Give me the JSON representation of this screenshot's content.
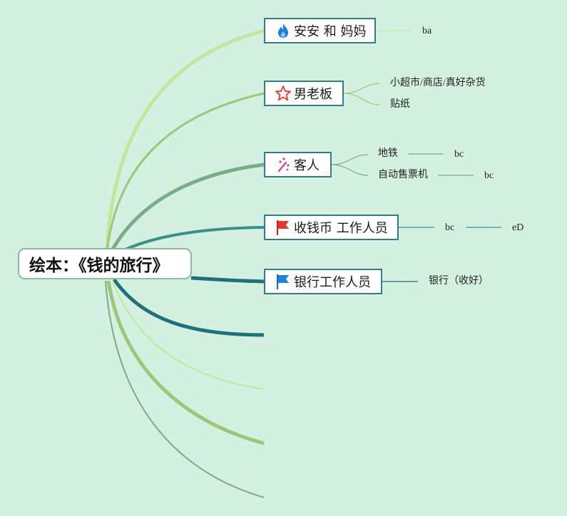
{
  "root": {
    "label": "绘本：《钱的旅行》"
  },
  "colors": {
    "background": "#d4f0e0",
    "node_border": "#2f7f84",
    "branch_light": "#c3e69c",
    "branch_mid": "#9cc77a",
    "branch_green": "#78ad86",
    "branch_teal": "#3b8f8a",
    "branch_dark": "#1f7077"
  },
  "branches": [
    {
      "label": "安安 和 妈妈",
      "icon": "fire-icon",
      "children": [
        {
          "label": "ba"
        }
      ]
    },
    {
      "label": "男老板",
      "icon": "star-icon",
      "children": [
        {
          "label": "小超市/商店/真好杂货"
        },
        {
          "label": "贴纸"
        }
      ]
    },
    {
      "label": "客人",
      "icon": "sparkle-wand-icon",
      "children": [
        {
          "label": "地铁",
          "children": [
            {
              "label": "bc"
            }
          ]
        },
        {
          "label": "自动售票机",
          "children": [
            {
              "label": "bc"
            }
          ]
        }
      ]
    },
    {
      "label": "收钱币 工作人员",
      "icon": "red-flag-icon",
      "children": [
        {
          "label": "bc",
          "children": [
            {
              "label": "eD"
            }
          ]
        }
      ]
    },
    {
      "label": "银行工作人员",
      "icon": "blue-flag-icon",
      "children": [
        {
          "label": "银行（收好）"
        }
      ]
    }
  ]
}
